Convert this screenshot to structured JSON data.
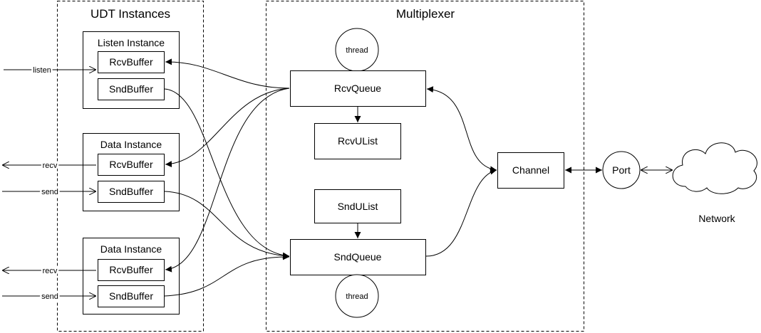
{
  "groups": {
    "udt": {
      "title": "UDT Instances"
    },
    "mux": {
      "title": "Multiplexer"
    }
  },
  "instances": [
    {
      "title": "Listen Instance",
      "rcv": "RcvBuffer",
      "snd": "SndBuffer"
    },
    {
      "title": "Data Instance",
      "rcv": "RcvBuffer",
      "snd": "SndBuffer"
    },
    {
      "title": "Data Instance",
      "rcv": "RcvBuffer",
      "snd": "SndBuffer"
    }
  ],
  "external": {
    "listen": "listen",
    "recv": "recv",
    "send": "send"
  },
  "mux": {
    "thread_top": "thread",
    "rcv_queue": "RcvQueue",
    "rcv_ulist": "RcvUList",
    "snd_ulist": "SndUList",
    "snd_queue": "SndQueue",
    "thread_bottom": "thread"
  },
  "channel": "Channel",
  "port": "Port",
  "network": "Network",
  "colors": {
    "stroke": "#000000",
    "text": "#000000",
    "background": "#ffffff"
  }
}
